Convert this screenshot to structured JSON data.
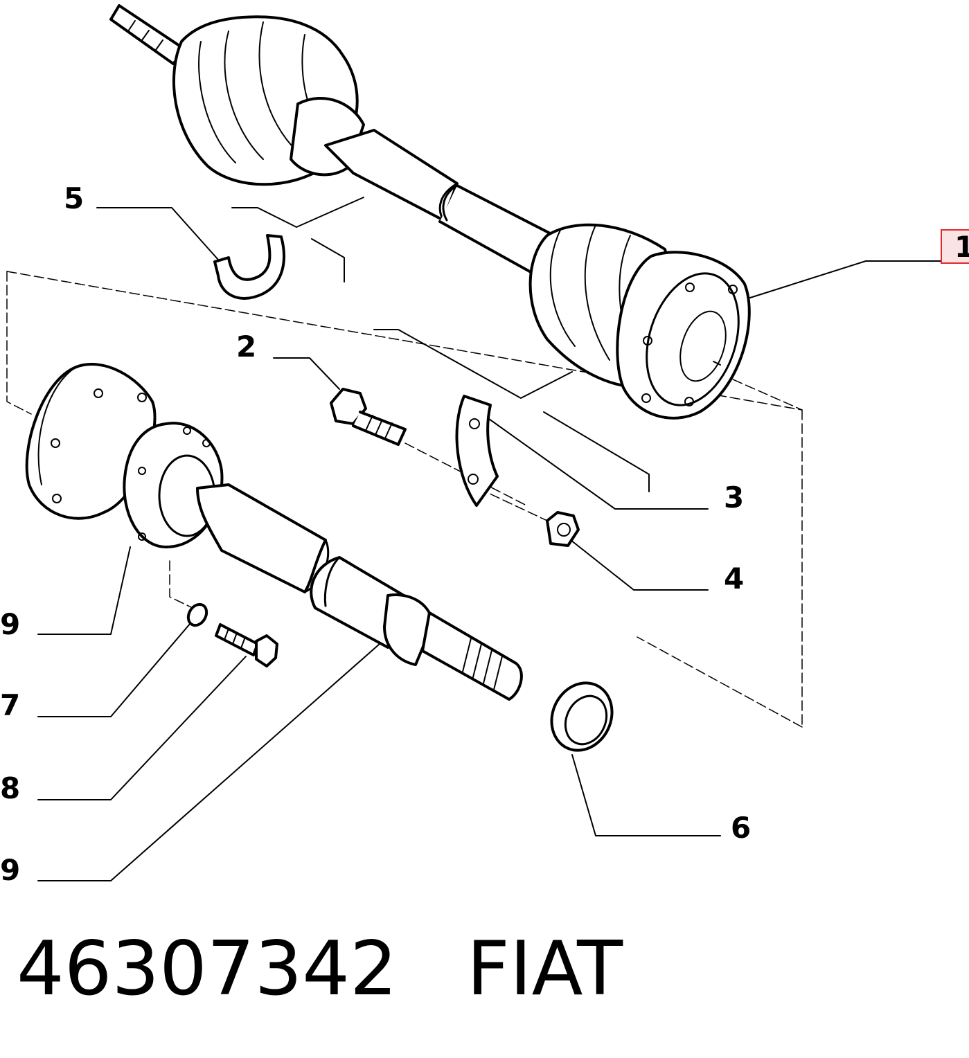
{
  "callouts": {
    "c1": "1",
    "c2": "2",
    "c3": "3",
    "c4": "4",
    "c5": "5",
    "c6": "6",
    "c7": "7",
    "c8": "8",
    "c9a": "9",
    "c9b": "9"
  },
  "footer": {
    "part_number": "46307342",
    "brand": "FIAT"
  },
  "colors": {
    "highlight_border": "#e0282e",
    "highlight_fill": "#fbe3e4",
    "line": "#000000"
  }
}
